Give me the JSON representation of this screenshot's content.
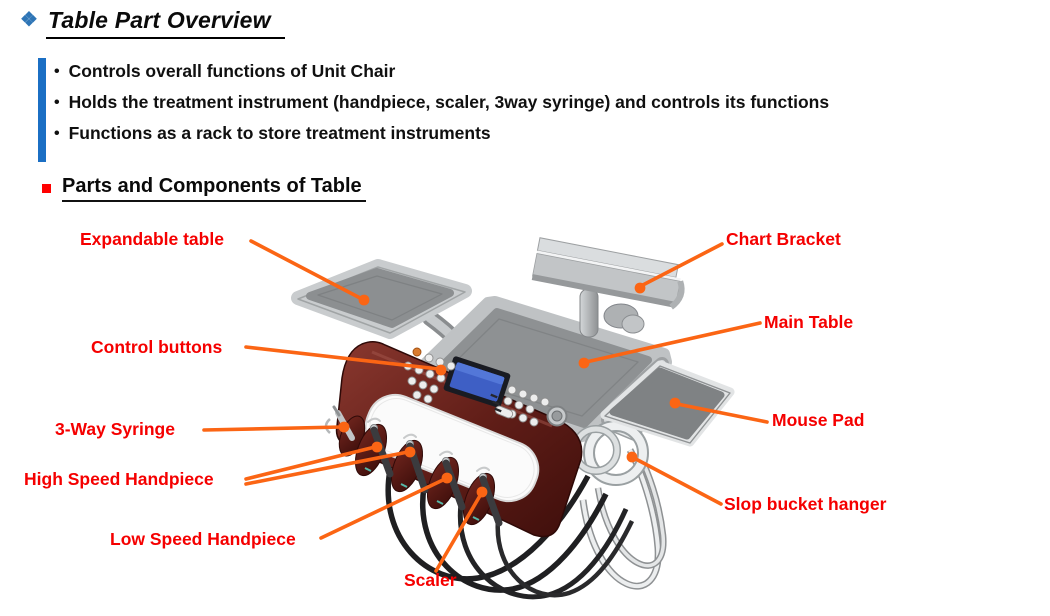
{
  "title": {
    "bullet_icon": "❖",
    "text": "Table Part Overview"
  },
  "intro": {
    "bullet_char": "•",
    "items": [
      "Controls overall functions of Unit Chair",
      "Holds the treatment instrument (handpiece, scaler, 3way syringe) and controls its functions",
      "Functions as a rack to store treatment instruments"
    ]
  },
  "section": {
    "title": "Parts and Components of Table"
  },
  "diagram": {
    "labels": [
      {
        "id": "expandable-table",
        "text": "Expandable table"
      },
      {
        "id": "chart-bracket",
        "text": "Chart Bracket"
      },
      {
        "id": "control-buttons",
        "text": "Control buttons"
      },
      {
        "id": "main-table",
        "text": "Main Table"
      },
      {
        "id": "three-way-syringe",
        "text": "3-Way Syringe"
      },
      {
        "id": "mouse-pad",
        "text": "Mouse Pad"
      },
      {
        "id": "high-speed-handpiece",
        "text": "High Speed Handpiece"
      },
      {
        "id": "slop-bucket-hanger",
        "text": "Slop bucket hanger"
      },
      {
        "id": "low-speed-handpiece",
        "text": "Low Speed Handpiece"
      },
      {
        "id": "scaler",
        "text": "Scaler"
      }
    ]
  },
  "colors": {
    "label_red": "#F50000",
    "leader_orange": "#FB6514",
    "accent_bar_blue": "#1B6FC4",
    "title_bullet_blue": "#2E75B6",
    "section_bullet_red": "#FF0000",
    "console_maroon": "#5E1F1A",
    "tray_gray": "#8C8F91",
    "screen_blue": "#3E5FC5"
  }
}
